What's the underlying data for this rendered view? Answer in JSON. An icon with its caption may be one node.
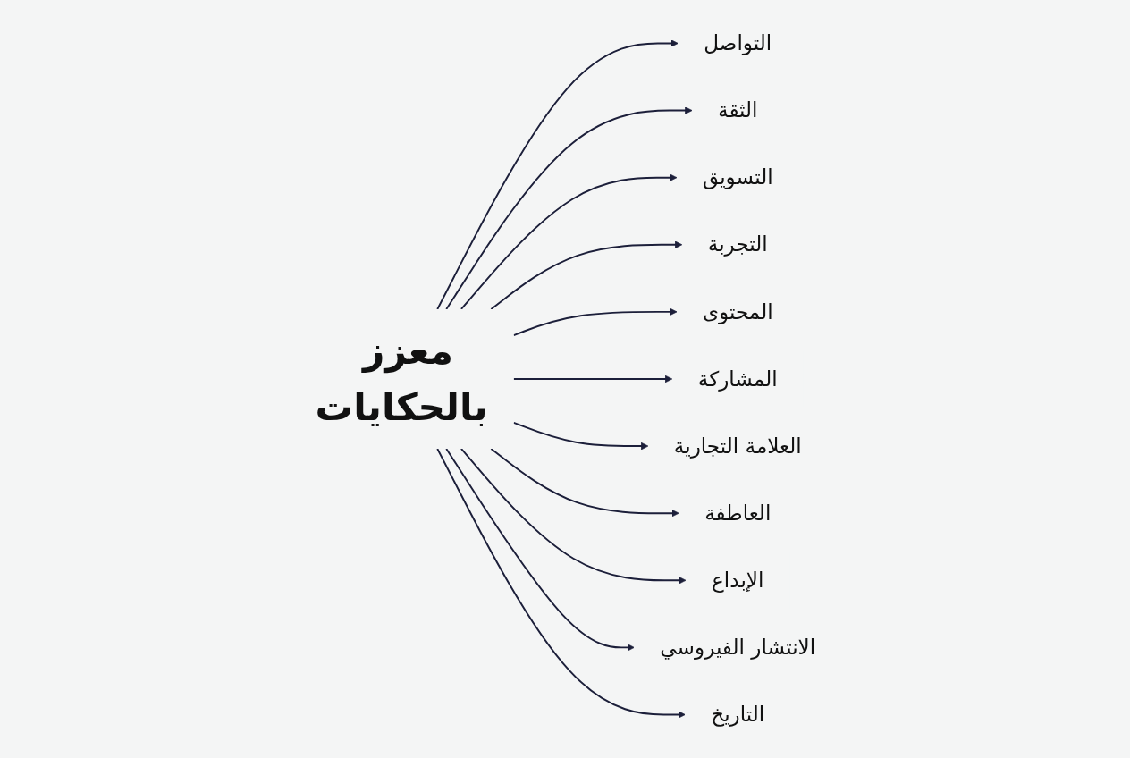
{
  "diagram": {
    "nodes": [
      {
        "text": [
          "معزز بالحكايات"
        ]
      },
      {
        "text": [
          "التواصل"
        ]
      },
      {
        "text": [
          "الثقة"
        ]
      },
      {
        "text": [
          "التسويق"
        ]
      },
      {
        "text": [
          "التجربة"
        ]
      },
      {
        "text": [
          "المحتوى"
        ]
      },
      {
        "text": [
          "المشاركة"
        ]
      },
      {
        "text": [
          "العلامة التجارية"
        ]
      },
      {
        "text": [
          "العاطفة"
        ]
      },
      {
        "text": [
          "الإبداع"
        ]
      },
      {
        "text": [
          "الانتشار الفيروسي"
        ]
      },
      {
        "text": [
          "التاريخ"
        ]
      }
    ],
    "edges": [
      {
        "from": 0,
        "to": 1,
        "arrow": "to"
      },
      {
        "from": 0,
        "to": 2,
        "arrow": "to"
      },
      {
        "from": 0,
        "to": 3,
        "arrow": "to"
      },
      {
        "from": 0,
        "to": 4,
        "arrow": "to"
      },
      {
        "from": 0,
        "to": 5,
        "arrow": "to"
      },
      {
        "from": 0,
        "to": 6,
        "arrow": "to"
      },
      {
        "from": 0,
        "to": 7,
        "arrow": "to"
      },
      {
        "from": 0,
        "to": 8,
        "arrow": "to"
      },
      {
        "from": 0,
        "to": 9,
        "arrow": "to"
      },
      {
        "from": 0,
        "to": 10,
        "arrow": "to"
      },
      {
        "from": 0,
        "to": 11,
        "arrow": "to"
      }
    ]
  }
}
